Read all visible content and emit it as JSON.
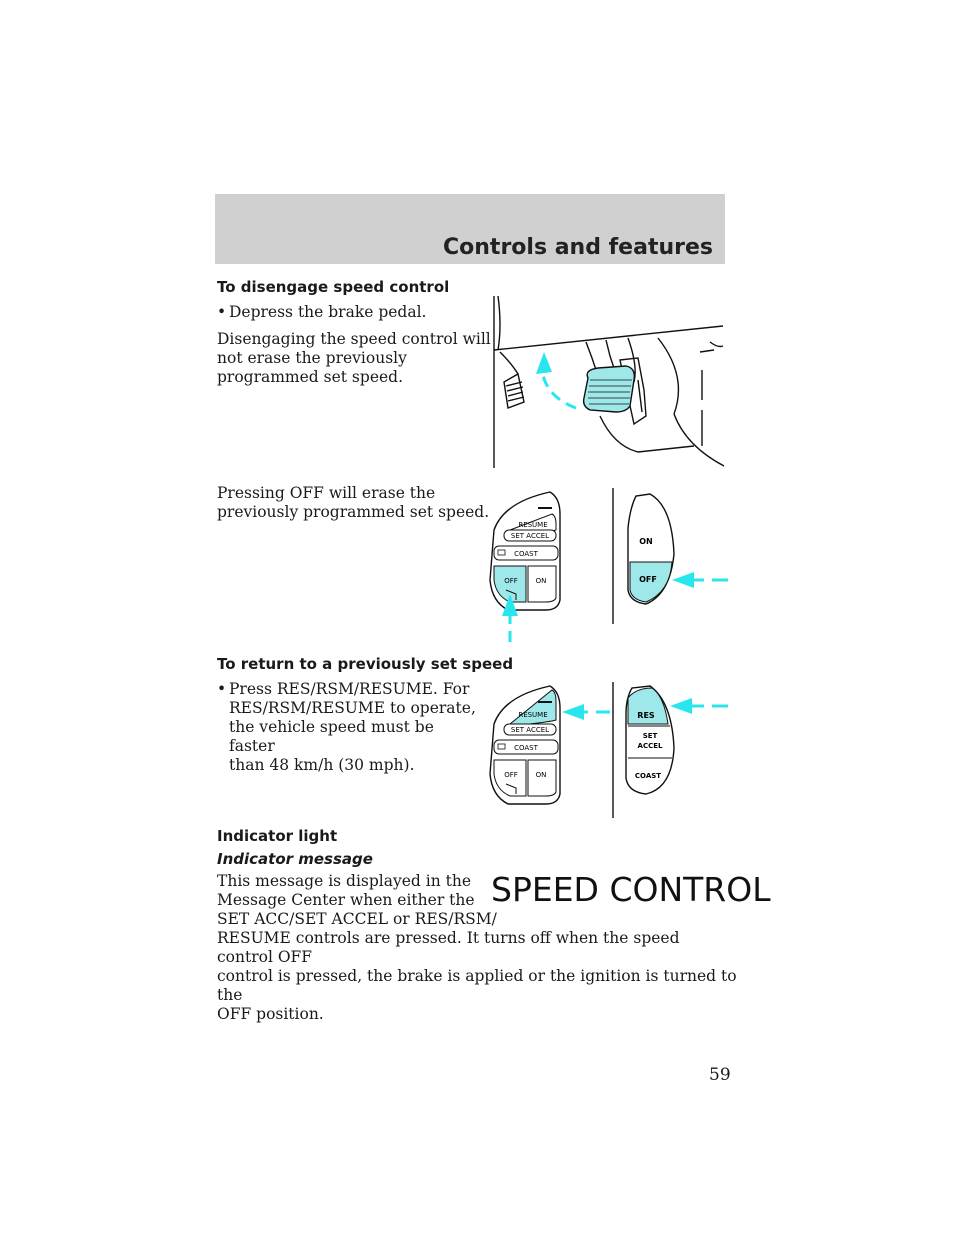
{
  "header": {
    "title": "Controls and features"
  },
  "section_disengage": {
    "heading": "To disengage speed control",
    "bullet": "Depress the brake pedal.",
    "para_lines": [
      "Disengaging the speed control will",
      "not erase the previously",
      "programmed set speed."
    ],
    "off_lines": [
      "Pressing OFF will erase the",
      "previously programmed set speed."
    ]
  },
  "section_return": {
    "heading": "To return to a previously set speed",
    "bullet_lines": [
      "Press RES/RSM/RESUME. For",
      "RES/RSM/RESUME to operate,",
      "the vehicle speed must be faster",
      "than 48 km/h (30 mph)."
    ]
  },
  "section_indicator": {
    "heading": "Indicator light",
    "subheading": "Indicator message",
    "lines": [
      "This message is displayed in the",
      "Message Center when either the",
      "SET ACC/SET ACCEL or RES/RSM/",
      "RESUME controls are pressed. It turns off when the speed control OFF",
      "control is pressed, the brake is applied or the ignition is turned to the",
      "OFF position."
    ],
    "message": "SPEED CONTROL"
  },
  "switch_labels": {
    "resume": "RESUME",
    "set_accel": "SET ACCEL",
    "coast": "COAST",
    "off": "OFF",
    "on": "ON",
    "res": "RES",
    "set": "SET",
    "accel": "ACCEL"
  },
  "colors": {
    "highlight": "#9ee8ea",
    "arrow": "#29e6ee",
    "header_band": "#d0d0d0"
  },
  "page_number": "59"
}
